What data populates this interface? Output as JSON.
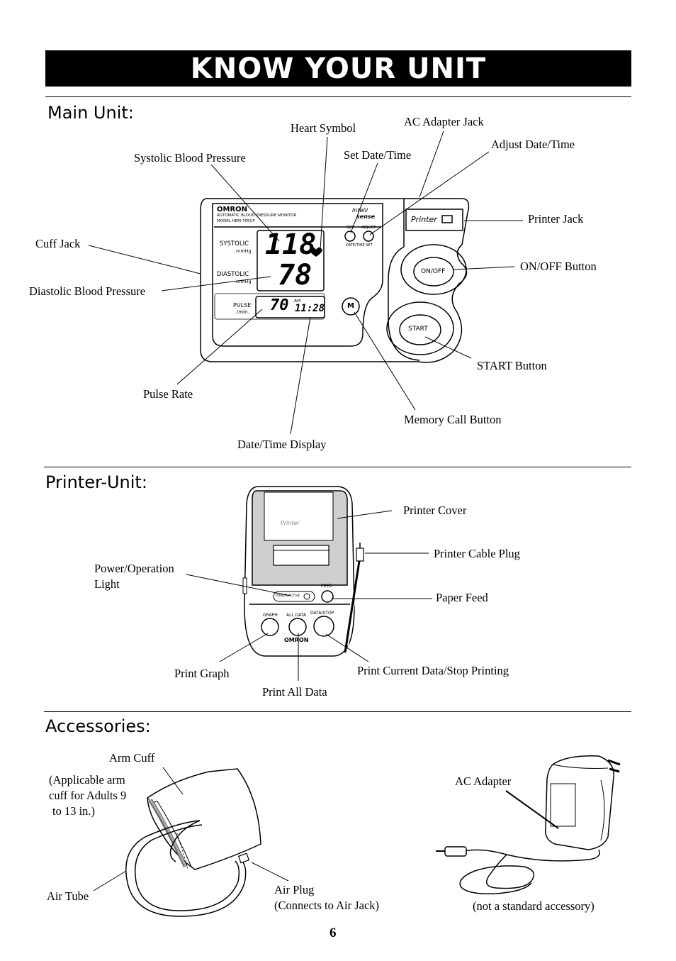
{
  "page_title": "KNOW YOUR UNIT",
  "sections": {
    "main_unit": "Main Unit:",
    "printer_unit": "Printer-Unit:",
    "accessories": "Accessories:"
  },
  "main_unit_labels": {
    "heart_symbol": "Heart Symbol",
    "ac_adapter_jack": "AC Adapter Jack",
    "adjust_date_time": "Adjust Date/Time",
    "set_date_time": "Set Date/Time",
    "systolic_bp": "Systolic Blood Pressure",
    "printer_jack": "Printer Jack",
    "cuff_jack": "Cuff Jack",
    "on_off_button": "ON/OFF Button",
    "diastolic_bp": "Diastolic Blood Pressure",
    "start_button": "START Button",
    "pulse_rate": "Pulse Rate",
    "memory_call_button": "Memory Call Button",
    "date_time_display": "Date/Time Display"
  },
  "device": {
    "brand": "OMRON",
    "model_line1": "AUTOMATIC BLOOD PRESSURE MONITOR",
    "model_line2": "MODEL HEM-705CP",
    "logo_word1": "Intelli",
    "logo_word2": "sense",
    "systolic_label": "SYSTOLIC",
    "diastolic_label": "DIASTOLIC",
    "unit_mmhg": "mmHg",
    "pulse_label": "PULSE",
    "per_min": "/min.",
    "systolic_value": "118",
    "diastolic_value": "78",
    "pulse_value": "70",
    "am": "AM",
    "time": "11:28",
    "set": "SET",
    "adjust": "ADJUST",
    "date_time_set": "DATE/TIME SET",
    "printer_label": "Printer",
    "on_off": "ON/OFF",
    "start": "START",
    "memory": "M"
  },
  "printer_labels": {
    "printer_cover": "Printer Cover",
    "printer_cable_plug": "Printer Cable Plug",
    "power_operation_light_1": "Power/Operation",
    "power_operation_light_2": "Light",
    "paper_feed": "Paper Feed",
    "print_graph": "Print Graph",
    "print_current_data": "Print Current Data/Stop Printing",
    "print_all_data": "Print All Data"
  },
  "printer_device": {
    "cover_text": "Printer",
    "power_active": "POWER/ACTIVE",
    "feed": "FEED",
    "graph": "GRAPH",
    "all_data": "ALL DATA",
    "data_stop": "DATA/STOP",
    "brand": "OMRON"
  },
  "accessory_labels": {
    "arm_cuff": "Arm Cuff",
    "cuff_note_1": "(Applicable arm",
    "cuff_note_2": "cuff for Adults 9",
    "cuff_note_3": "to 13 in.)",
    "air_tube": "Air Tube",
    "air_plug_1": "Air Plug",
    "air_plug_2": "(Connects to Air Jack)",
    "ac_adapter": "AC Adapter",
    "not_standard": "(not a standard accessory)"
  },
  "page_number": "6"
}
